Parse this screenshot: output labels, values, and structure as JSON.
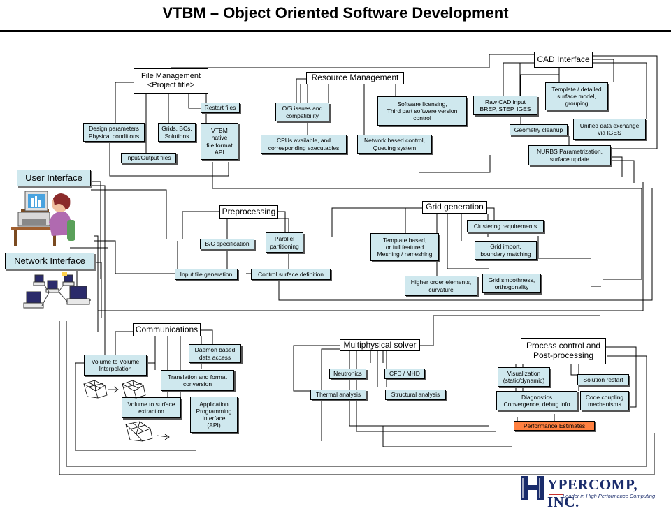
{
  "title": "VTBM – Object Oriented Software Development",
  "boxes": {
    "file_management": "File Management\n<Project title>",
    "restart_files": "Restart files",
    "design_params": "Design parameters\nPhysical conditions",
    "grids_bcs": "Grids, BCs,\nSolutions",
    "vtbm_native": "VTBM\nnative\nfile format\nAPI",
    "io_files": "Input/Output files",
    "resource_management": "Resource Management",
    "os_issues": "O/S issues and\ncompatibility",
    "licensing": "Software licensing,\nThird part software version\ncontrol",
    "cpus": "CPUs available, and\ncorresponding executables",
    "network_control": "Network based control,\nQueuing system",
    "cad_interface": "CAD Interface",
    "raw_cad": "Raw CAD input\nBREP, STEP, IGES",
    "template_surface": "Template / detailed\nsurface model,\ngrouping",
    "geometry_cleanup": "Geometry cleanup",
    "unified_exchange": "Unified data exchange\nvia IGES",
    "nurbs": "NURBS Parametrization,\nsurface update",
    "user_interface": "User Interface",
    "network_interface": "Network Interface",
    "preprocessing": "Preprocessing",
    "bc_spec": "B/C specification",
    "parallel_partitioning": "Parallel\npartitioning",
    "input_file_gen": "Input file generation",
    "control_surface": "Control surface definition",
    "grid_generation": "Grid generation",
    "clustering": "Clustering requirements",
    "template_meshing": "Template based,\nor full featured\nMeshing / remeshing",
    "grid_import": "Grid import,\nboundary matching",
    "higher_order": "Higher order elements,\ncurvature",
    "grid_smoothness": "Grid smoothness,\northogonality",
    "communications": "Communications",
    "daemon": "Daemon based\ndata access",
    "vol_to_vol": "Volume to Volume\nInterpolation",
    "translation": "Translation and format\nconversion",
    "vol_to_surface": "Volume to surface\nextraction",
    "api": "Application\nProgramming\nInterface\n(API)",
    "multiphysical": "Multiphysical solver",
    "neutronics": "Neutronics",
    "cfd_mhd": "CFD / MHD",
    "thermal": "Thermal analysis",
    "structural": "Structural analysis",
    "process_control": "Process control and\nPost-processing",
    "visualization": "Visualization\n(static/dynamic)",
    "solution_restart": "Solution restart",
    "diagnostics": "Diagnostics\nConvergence, debug info",
    "code_coupling": "Code coupling\nmechanisms",
    "performance": "Performance Estimates"
  },
  "logo": {
    "name": "YPERCOMP, INC.",
    "tagline": "Leader in High Performance Computing",
    "color": "#1a2c6b"
  },
  "colors": {
    "box_fill": "#cfe8ee",
    "highlight_fill": "#ff8040"
  }
}
